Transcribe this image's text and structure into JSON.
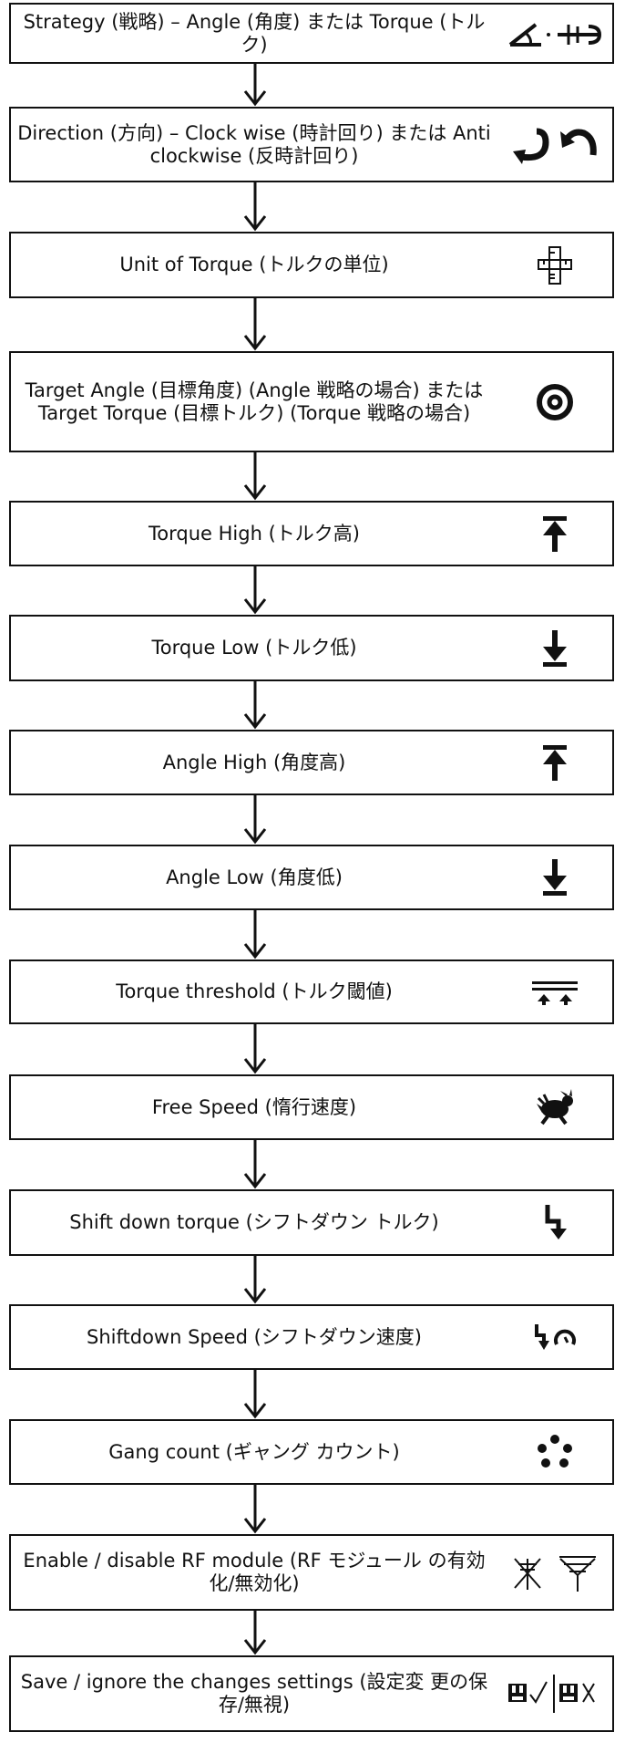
{
  "steps": [
    {
      "id": "strategy",
      "label": "Strategy (戦略) – Angle (角度) または Torque (トルク)",
      "icon": "strategy-angle-torque-icon"
    },
    {
      "id": "direction",
      "label": "Direction (方向) – Clock wise (時計回り) または Anti clockwise (反時計回り)",
      "icon": "rotation-direction-icon"
    },
    {
      "id": "unit-of-torque",
      "label": "Unit of Torque (トルクの単位)",
      "icon": "torque-unit-icon"
    },
    {
      "id": "target",
      "label": "Target Angle (目標角度) (Angle 戦略の場合) または Target Torque (目標トルク) (Torque 戦略の場合)",
      "icon": "target-icon"
    },
    {
      "id": "torque-high",
      "label": "Torque High (トルク高)",
      "icon": "limit-high-icon"
    },
    {
      "id": "torque-low",
      "label": "Torque Low (トルク低)",
      "icon": "limit-low-icon"
    },
    {
      "id": "angle-high",
      "label": "Angle High (角度高)",
      "icon": "limit-high-icon"
    },
    {
      "id": "angle-low",
      "label": "Angle Low (角度低)",
      "icon": "limit-low-icon"
    },
    {
      "id": "torque-threshold",
      "label": "Torque threshold (トルク閾値)",
      "icon": "threshold-icon"
    },
    {
      "id": "free-speed",
      "label": "Free Speed (惰行速度)",
      "icon": "rabbit-speed-icon"
    },
    {
      "id": "shift-down-torque",
      "label": "Shift down torque (シフトダウン トルク)",
      "icon": "shift-down-icon"
    },
    {
      "id": "shiftdown-speed",
      "label": "Shiftdown Speed (シフトダウン速度)",
      "icon": "shift-down-speed-icon"
    },
    {
      "id": "gang-count",
      "label": "Gang count (ギャング カウント)",
      "icon": "gang-count-icon"
    },
    {
      "id": "rf-module",
      "label": "Enable / disable RF module (RF モジュール の有効化/無効化)",
      "icon": "rf-antenna-icon"
    },
    {
      "id": "save-ignore",
      "label": "Save / ignore the changes settings (設定変 更の保存/無視)",
      "icon": "save-ignore-icon"
    }
  ]
}
